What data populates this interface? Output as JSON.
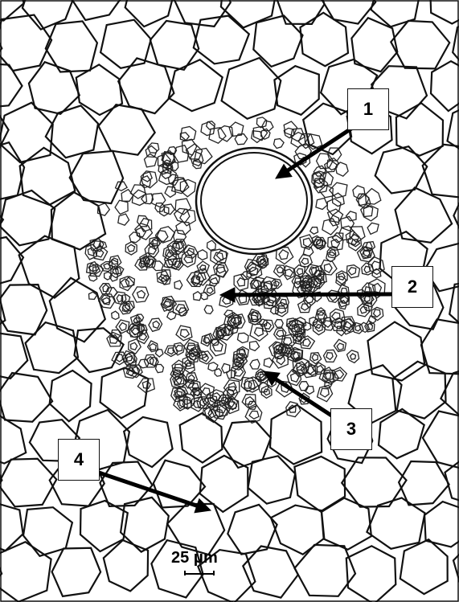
{
  "labels": [
    {
      "id": "1",
      "text": "1"
    },
    {
      "id": "2",
      "text": "2"
    },
    {
      "id": "3",
      "text": "3"
    },
    {
      "id": "4",
      "text": "4"
    }
  ],
  "scale_bar": {
    "text": "25 μm"
  },
  "colors": {
    "background": "#ffffff",
    "cell_wall": "#111111",
    "thick_wall": "#222222"
  }
}
